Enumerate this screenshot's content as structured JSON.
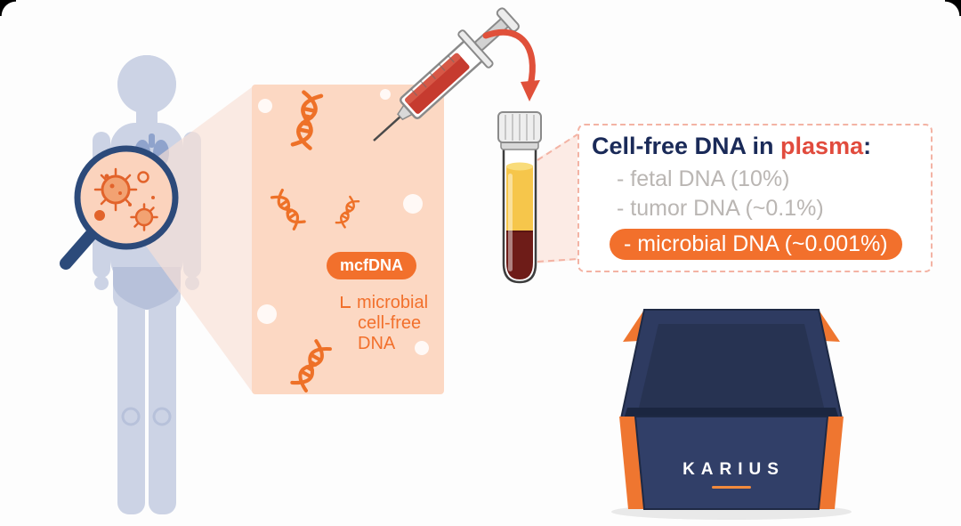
{
  "panel": {
    "badge": "mcfDNA",
    "definition": [
      "microbial",
      "cell-free",
      "DNA"
    ]
  },
  "info_box": {
    "title_prefix": "Cell-free DNA in ",
    "title_highlight": "plasma",
    "title_suffix": ":",
    "items": [
      "- fetal DNA (10%)",
      "- tumor DNA (~0.1%)"
    ],
    "highlight_item": "- microbial DNA (~0.001%)"
  },
  "brand": {
    "logo": "KARIUS"
  },
  "colors": {
    "accent_orange": "#f2702c",
    "navy_text": "#1a2a58",
    "red_text": "#e14b3d",
    "gray_text": "#bab6b3",
    "panel_peach": "#fcd8c3",
    "box_navy": "#313f68"
  }
}
